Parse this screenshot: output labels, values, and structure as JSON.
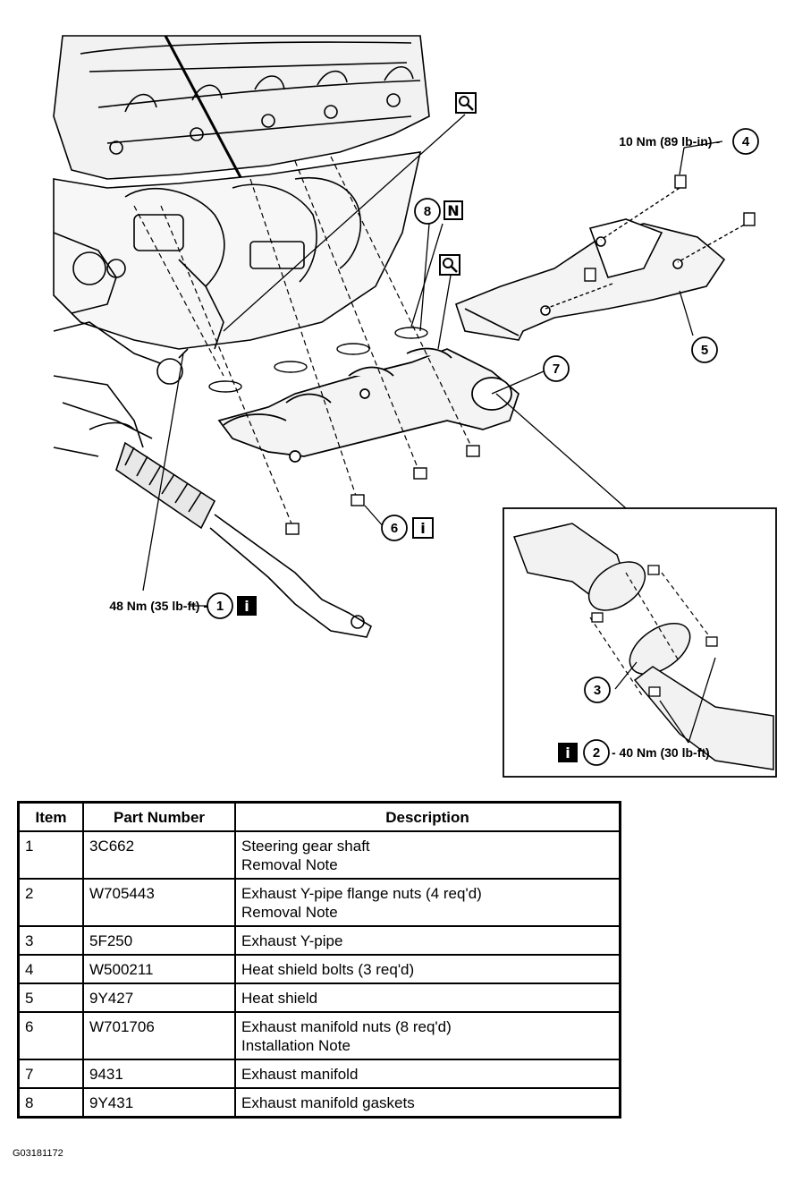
{
  "diagram": {
    "callouts": {
      "c1": {
        "number": "1",
        "spec": "48 Nm (35 lb-ft) -",
        "icon": "info-icon"
      },
      "c2": {
        "number": "2",
        "spec": "- 40 Nm (30 lb-ft)",
        "icon": "info-icon"
      },
      "c3": {
        "number": "3"
      },
      "c4": {
        "number": "4",
        "spec": "10 Nm (89 lb-in) -"
      },
      "c5": {
        "number": "5"
      },
      "c6": {
        "number": "6",
        "icon": "info-icon"
      },
      "c7": {
        "number": "7"
      },
      "c8": {
        "number": "8",
        "icon": "new-part-icon",
        "icon_label": "N"
      }
    },
    "magnifier_icons": [
      "magnifier-icon",
      "magnifier-icon"
    ]
  },
  "table": {
    "headers": {
      "item": "Item",
      "part": "Part Number",
      "desc": "Description"
    },
    "rows": [
      {
        "item": "1",
        "part": "3C662",
        "desc1": "Steering gear shaft",
        "desc2": "Removal Note"
      },
      {
        "item": "2",
        "part": "W705443",
        "desc1": "Exhaust Y-pipe flange nuts (4 req'd)",
        "desc2": "Removal Note"
      },
      {
        "item": "3",
        "part": "5F250",
        "desc1": "Exhaust Y-pipe",
        "desc2": ""
      },
      {
        "item": "4",
        "part": "W500211",
        "desc1": "Heat shield bolts (3 req'd)",
        "desc2": ""
      },
      {
        "item": "5",
        "part": "9Y427",
        "desc1": "Heat shield",
        "desc2": ""
      },
      {
        "item": "6",
        "part": "W701706",
        "desc1": "Exhaust manifold nuts (8 req'd)",
        "desc2": "Installation Note"
      },
      {
        "item": "7",
        "part": "9431",
        "desc1": "Exhaust manifold",
        "desc2": ""
      },
      {
        "item": "8",
        "part": "9Y431",
        "desc1": "Exhaust manifold gaskets",
        "desc2": ""
      }
    ]
  },
  "figure_id": "G03181172"
}
